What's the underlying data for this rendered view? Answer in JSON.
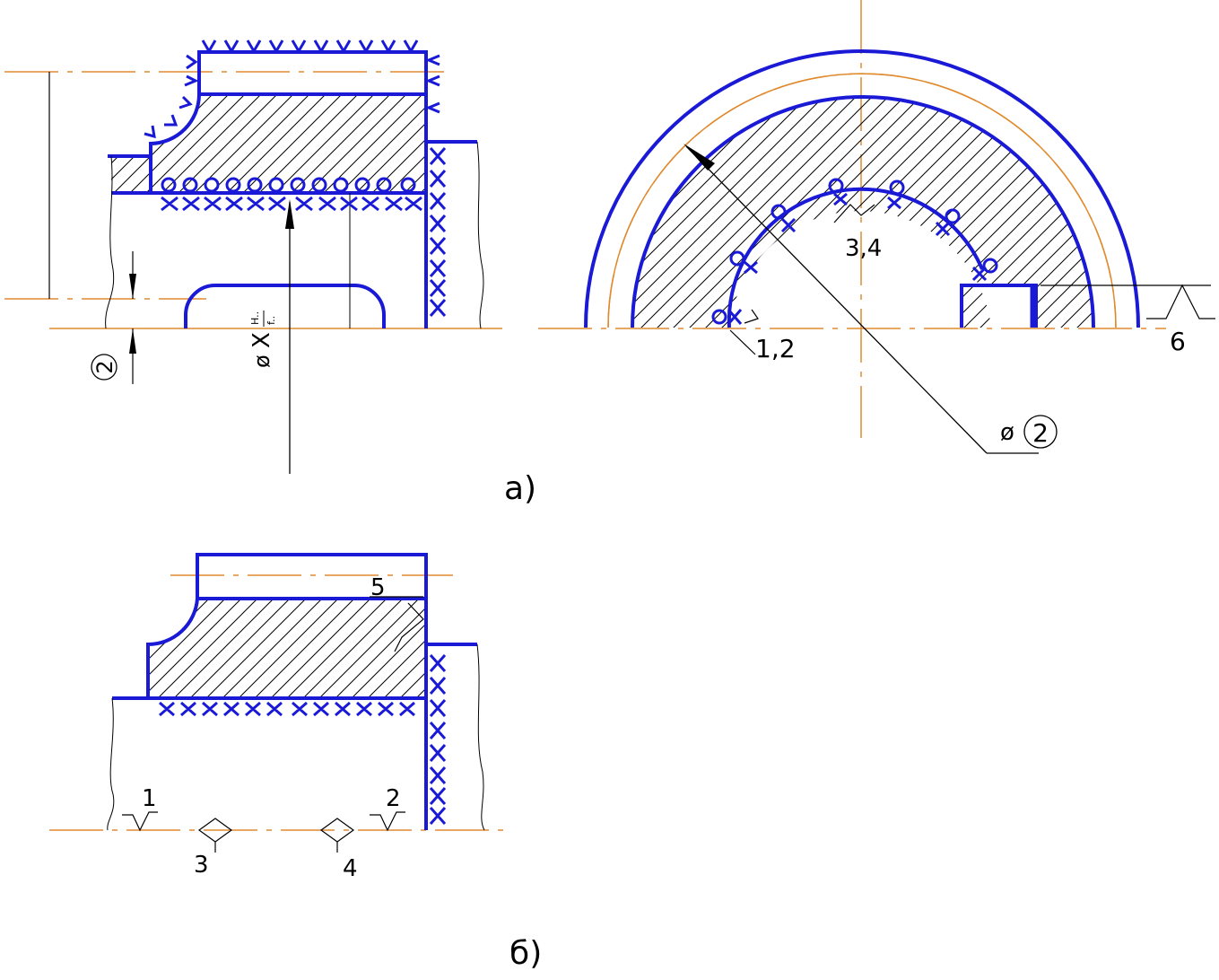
{
  "colors": {
    "outline": "#1a1ad6",
    "axis": "#e08a2e",
    "thin": "#000000",
    "hatch": "#000000"
  },
  "labels": {
    "view_a": "а)",
    "view_b": "б)",
    "size_circled": "2",
    "diameter_prefix": "ø",
    "fit_label": "X",
    "fit_upper": "H..",
    "fit_lower": "f..",
    "cross_ref_12": "1,2",
    "cross_ref_34": "3,4",
    "surface_6": "6",
    "dia_circled": "2",
    "surface_5": "5",
    "surface_1": "1",
    "surface_2": "2",
    "surface_3": "3",
    "surface_4": "4"
  }
}
